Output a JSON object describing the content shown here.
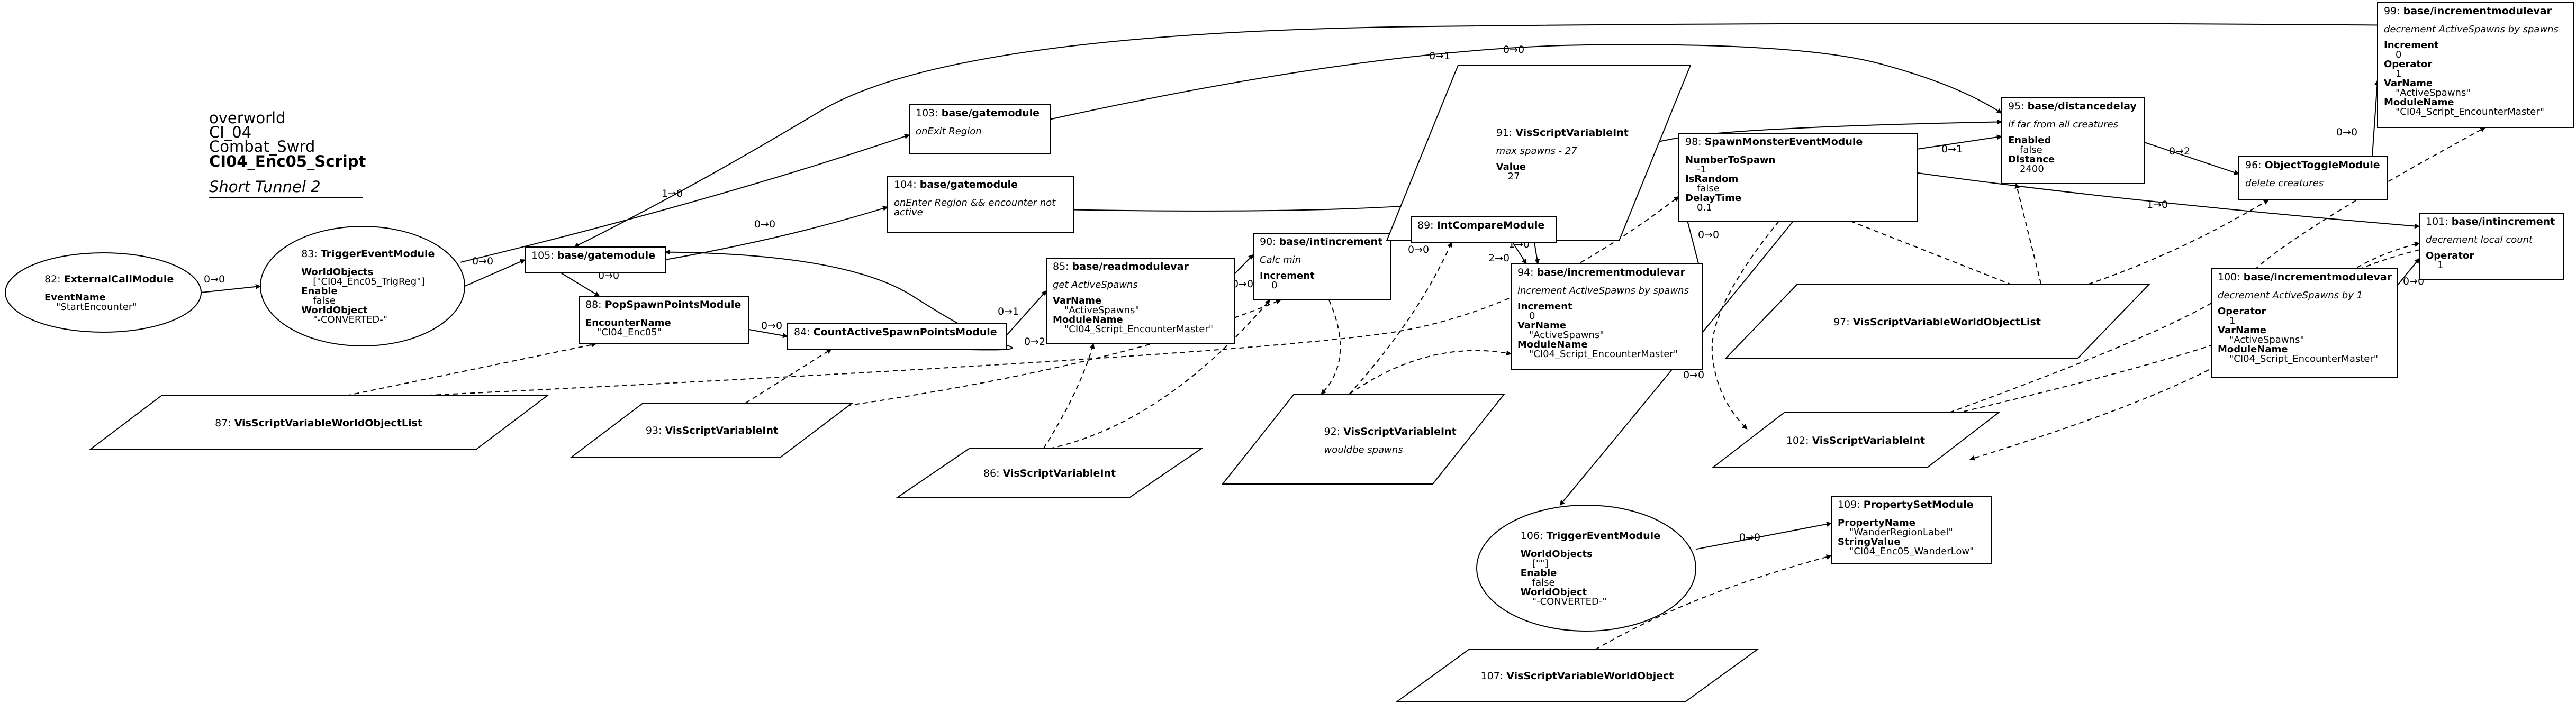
{
  "graph": {
    "title_lines": [
      "overworld",
      "CI_04",
      "Combat_Swrd"
    ],
    "title_bold": "CI04_Enc05_Script",
    "subtitle": "Short Tunnel  2"
  },
  "nodes": [
    {
      "key": "n82",
      "id": "82:",
      "type": "ExternalCallModule",
      "shape": "ellipse",
      "props": [
        {
          "name": "EventName",
          "values": [
            "\"StartEncounter\""
          ]
        }
      ]
    },
    {
      "key": "n83",
      "id": "83:",
      "type": "TriggerEventModule",
      "shape": "ellipse",
      "props": [
        {
          "name": "WorldObjects",
          "values": [
            "[\"CI04_Enc05_TrigReg\"]"
          ]
        },
        {
          "name": "Enable",
          "values": [
            "false"
          ]
        },
        {
          "name": "WorldObject",
          "values": [
            "\"-CONVERTED-\""
          ]
        }
      ]
    },
    {
      "key": "n105",
      "id": "105:",
      "type": "base/gatemodule",
      "shape": "box",
      "props": []
    },
    {
      "key": "n103",
      "id": "103:",
      "type": "base/gatemodule",
      "shape": "box",
      "comment": "onExit Region",
      "props": []
    },
    {
      "key": "n104",
      "id": "104:",
      "type": "base/gatemodule",
      "shape": "box",
      "comment": "onEnter Region && encounter not active",
      "props": []
    },
    {
      "key": "n88",
      "id": "88:",
      "type": "PopSpawnPointsModule",
      "shape": "box",
      "props": [
        {
          "name": "EncounterName",
          "values": [
            "\"CI04_Enc05\""
          ]
        }
      ]
    },
    {
      "key": "n84",
      "id": "84:",
      "type": "CountActiveSpawnPointsModule",
      "shape": "box",
      "props": []
    },
    {
      "key": "n87",
      "id": "87:",
      "type": "VisScriptVariableWorldObjectList",
      "shape": "parallelogram",
      "props": []
    },
    {
      "key": "n93",
      "id": "93:",
      "type": "VisScriptVariableInt",
      "shape": "parallelogram",
      "props": []
    },
    {
      "key": "n85",
      "id": "85:",
      "type": "base/readmodulevar",
      "shape": "box",
      "comment": "get ActiveSpawns",
      "props": [
        {
          "name": "VarName",
          "values": [
            "\"ActiveSpawns\""
          ]
        },
        {
          "name": "ModuleName",
          "values": [
            "\"CI04_Script_EncounterMaster\""
          ]
        }
      ]
    },
    {
      "key": "n86",
      "id": "86:",
      "type": "VisScriptVariableInt",
      "shape": "parallelogram",
      "props": []
    },
    {
      "key": "n90",
      "id": "90:",
      "type": "base/intincrement",
      "shape": "box",
      "comment": "Calc min",
      "props": [
        {
          "name": "Increment",
          "values": [
            "0"
          ]
        }
      ]
    },
    {
      "key": "n92",
      "id": "92:",
      "type": "VisScriptVariableInt",
      "shape": "parallelogram",
      "comment": "wouldbe spawns",
      "props": []
    },
    {
      "key": "n91",
      "id": "91:",
      "type": "VisScriptVariableInt",
      "shape": "parallelogram",
      "comment": "max spawns - 27",
      "props": [
        {
          "name": "Value",
          "values": [
            "27"
          ]
        }
      ]
    },
    {
      "key": "n89",
      "id": "89:",
      "type": "IntCompareModule",
      "shape": "box",
      "props": []
    },
    {
      "key": "n94",
      "id": "94:",
      "type": "base/incrementmodulevar",
      "shape": "box",
      "comment": "increment ActiveSpawns by spawns",
      "props": [
        {
          "name": "Increment",
          "values": [
            "0"
          ]
        },
        {
          "name": "VarName",
          "values": [
            "\"ActiveSpawns\""
          ]
        },
        {
          "name": "ModuleName",
          "values": [
            "\"CI04_Script_EncounterMaster\""
          ]
        }
      ]
    },
    {
      "key": "n98",
      "id": "98:",
      "type": "SpawnMonsterEventModule",
      "shape": "box",
      "props": [
        {
          "name": "NumberToSpawn",
          "values": [
            "-1"
          ]
        },
        {
          "name": "IsRandom",
          "values": [
            "false"
          ]
        },
        {
          "name": "DelayTime",
          "values": [
            "0.1"
          ]
        }
      ]
    },
    {
      "key": "n95",
      "id": "95:",
      "type": "base/distancedelay",
      "shape": "box",
      "comment": "if far from all creatures",
      "props": [
        {
          "name": "Enabled",
          "values": [
            "false"
          ]
        },
        {
          "name": "Distance",
          "values": [
            "2400"
          ]
        }
      ]
    },
    {
      "key": "n96",
      "id": "96:",
      "type": "ObjectToggleModule",
      "shape": "box",
      "comment": "delete creatures",
      "props": []
    },
    {
      "key": "n99",
      "id": "99:",
      "type": "base/incrementmodulevar",
      "shape": "box",
      "comment": "decrement ActiveSpawns by spawns",
      "props": [
        {
          "name": "Increment",
          "values": [
            "0"
          ]
        },
        {
          "name": "Operator",
          "values": [
            "1"
          ]
        },
        {
          "name": "VarName",
          "values": [
            "\"ActiveSpawns\""
          ]
        },
        {
          "name": "ModuleName",
          "values": [
            "\"CI04_Script_EncounterMaster\""
          ]
        }
      ]
    },
    {
      "key": "n101",
      "id": "101:",
      "type": "base/intincrement",
      "shape": "box",
      "comment": "decrement local count",
      "props": [
        {
          "name": "Operator",
          "values": [
            "1"
          ]
        }
      ]
    },
    {
      "key": "n100",
      "id": "100:",
      "type": "base/incrementmodulevar",
      "shape": "box",
      "comment": "decrement ActiveSpawns by 1",
      "props": [
        {
          "name": "Operator",
          "values": [
            "1"
          ]
        },
        {
          "name": "VarName",
          "values": [
            "\"ActiveSpawns\""
          ]
        },
        {
          "name": "ModuleName",
          "values": [
            "\"CI04_Script_EncounterMaster\""
          ]
        }
      ]
    },
    {
      "key": "n97",
      "id": "97:",
      "type": "VisScriptVariableWorldObjectList",
      "shape": "parallelogram",
      "props": []
    },
    {
      "key": "n102",
      "id": "102:",
      "type": "VisScriptVariableInt",
      "shape": "parallelogram",
      "props": []
    },
    {
      "key": "n106",
      "id": "106:",
      "type": "TriggerEventModule",
      "shape": "ellipse",
      "props": [
        {
          "name": "WorldObjects",
          "values": [
            "[\"\"]"
          ]
        },
        {
          "name": "Enable",
          "values": [
            "false"
          ]
        },
        {
          "name": "WorldObject",
          "values": [
            "\"-CONVERTED-\""
          ]
        }
      ]
    },
    {
      "key": "n109",
      "id": "109:",
      "type": "PropertySetModule",
      "shape": "box",
      "props": [
        {
          "name": "PropertyName",
          "values": [
            "\"WanderRegionLabel\""
          ]
        },
        {
          "name": "StringValue",
          "values": [
            "\"CI04_Enc05_WanderLow\""
          ]
        }
      ]
    },
    {
      "key": "n107",
      "id": "107:",
      "type": "VisScriptVariableWorldObject",
      "shape": "parallelogram",
      "props": []
    }
  ],
  "edges": [
    {
      "from": "n82",
      "to": "n83",
      "label": "0→0",
      "style": "solid"
    },
    {
      "from": "n83",
      "to": "n105",
      "label": "0→0",
      "style": "solid"
    },
    {
      "from": "n83",
      "to": "n103",
      "label": "1→0",
      "style": "solid"
    },
    {
      "from": "n105",
      "to": "n104",
      "label": "0→0",
      "style": "solid"
    },
    {
      "from": "n105",
      "to": "n88",
      "label": "0→0",
      "style": "solid"
    },
    {
      "from": "n103",
      "to": "n95",
      "label": "0→1",
      "style": "solid"
    },
    {
      "from": "n104",
      "to": "n95",
      "label": "",
      "style": "solid"
    },
    {
      "from": "n99",
      "to": "n105",
      "label": "0→0",
      "style": "solid"
    },
    {
      "from": "n88",
      "to": "n84",
      "label": "0→0",
      "style": "solid"
    },
    {
      "from": "n84",
      "to": "n85",
      "label": "0→1",
      "style": "solid"
    },
    {
      "from": "n84",
      "to": "n105",
      "label": "0→2",
      "style": "solid"
    },
    {
      "from": "n85",
      "to": "n90",
      "label": "0→0",
      "style": "solid"
    },
    {
      "from": "n90",
      "to": "n89",
      "label": "0→0",
      "style": "solid"
    },
    {
      "from": "n89",
      "to": "n94",
      "label": "1→0",
      "style": "solid"
    },
    {
      "from": "n89",
      "to": "n94",
      "label": "2→0",
      "style": "solid"
    },
    {
      "from": "n94",
      "to": "n98",
      "label": "0→0",
      "style": "solid"
    },
    {
      "from": "n98",
      "to": "n95",
      "label": "0→1",
      "style": "solid"
    },
    {
      "from": "n98",
      "to": "n101",
      "label": "1→0",
      "style": "solid"
    },
    {
      "from": "n98",
      "to": "n106",
      "label": "0→0",
      "style": "solid"
    },
    {
      "from": "n95",
      "to": "n96",
      "label": "0→2",
      "style": "solid"
    },
    {
      "from": "n96",
      "to": "n99",
      "label": "0→0",
      "style": "solid"
    },
    {
      "from": "n100",
      "to": "n101",
      "label": "0→0",
      "style": "solid"
    },
    {
      "from": "n106",
      "to": "n109",
      "label": "0→0",
      "style": "solid"
    },
    {
      "from": "n91",
      "to": "n89",
      "label": "0→2",
      "style": "dashed"
    },
    {
      "from": "n87",
      "to": "n88",
      "label": "",
      "style": "dashed"
    },
    {
      "from": "n87",
      "to": "n98",
      "label": "",
      "style": "dashed"
    },
    {
      "from": "n93",
      "to": "n84",
      "label": "",
      "style": "dashed"
    },
    {
      "from": "n93",
      "to": "n90",
      "label": "",
      "style": "dashed"
    },
    {
      "from": "n86",
      "to": "n85",
      "label": "",
      "style": "dashed"
    },
    {
      "from": "n86",
      "to": "n90",
      "label": "",
      "style": "dashed"
    },
    {
      "from": "n90",
      "to": "n92",
      "label": "",
      "style": "dashed"
    },
    {
      "from": "n92",
      "to": "n89",
      "label": "",
      "style": "dashed"
    },
    {
      "from": "n92",
      "to": "n94",
      "label": "",
      "style": "dashed"
    },
    {
      "from": "n98",
      "to": "n102",
      "label": "",
      "style": "dashed"
    },
    {
      "from": "n98",
      "to": "n97",
      "label": "",
      "style": "dashed"
    },
    {
      "from": "n97",
      "to": "n95",
      "label": "",
      "style": "dashed"
    },
    {
      "from": "n97",
      "to": "n96",
      "label": "",
      "style": "dashed"
    },
    {
      "from": "n102",
      "to": "n99",
      "label": "",
      "style": "dashed"
    },
    {
      "from": "n102",
      "to": "n101",
      "label": "",
      "style": "dashed"
    },
    {
      "from": "n101",
      "to": "n102",
      "label": "",
      "style": "dashed"
    },
    {
      "from": "n107",
      "to": "n109",
      "label": "",
      "style": "dashed"
    }
  ]
}
